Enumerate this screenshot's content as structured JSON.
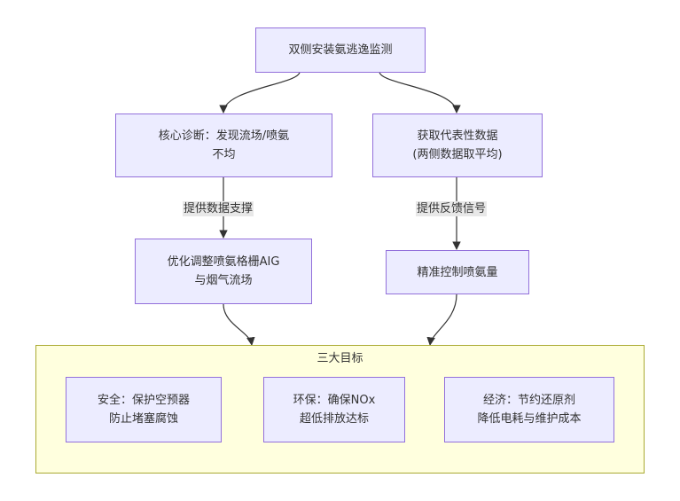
{
  "nodes": {
    "root": "双侧安装氨逃逸监测",
    "left1": "核心诊断：发现流场/喷氨\n不均",
    "right1": "获取代表性数据\n(两侧数据取平均)",
    "left2": "优化调整喷氨格栅AIG\n与烟气流场",
    "right2": "精准控制喷氨量"
  },
  "edge_labels": {
    "left": "提供数据支撑",
    "right": "提供反馈信号"
  },
  "cluster": {
    "title": "三大目标",
    "goals": [
      "安全：保护空预器\n防止堵塞腐蚀",
      "环保：确保NOx\n超低排放达标",
      "经济：节约还原剂\n降低电耗与维护成本"
    ]
  }
}
